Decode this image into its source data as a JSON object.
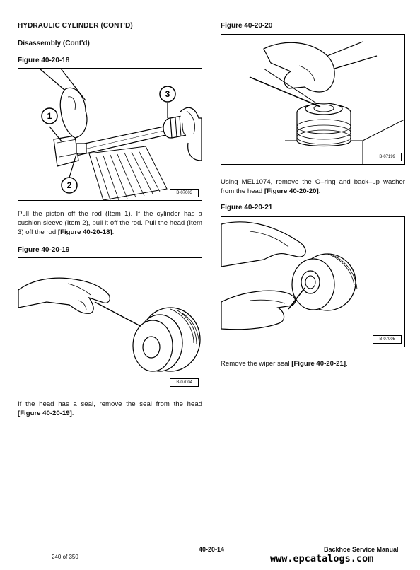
{
  "left": {
    "section_title": "HYDRAULIC CYLINDER (CONT'D)",
    "subsection_title": "Disassembly (Cont'd)",
    "fig18": {
      "label": "Figure 40-20-18",
      "code": "B-07003",
      "callouts": [
        "1",
        "2",
        "3"
      ]
    },
    "para1": {
      "text": "Pull the piston off the rod (Item 1). If the cylinder has a cushion sleeve (Item 2), pull it off the rod. Pull the head (Item 3) off the rod ",
      "ref": "[Figure 40-20-18]",
      "end": "."
    },
    "fig19": {
      "label": "Figure 40-20-19",
      "code": "B-07004"
    },
    "para2": {
      "text": "If the head has a seal, remove the seal from the head ",
      "ref": "[Figure 40-20-19]",
      "end": "."
    }
  },
  "right": {
    "fig20": {
      "label": "Figure 40-20-20",
      "code": "B-07199"
    },
    "para1": {
      "text": "Using MEL1074, remove the O–ring and back–up washer from the head ",
      "ref": "[Figure 40-20-20]",
      "end": "."
    },
    "fig21": {
      "label": "Figure 40-20-21",
      "code": "B-07005"
    },
    "para2": {
      "text": "Remove the wiper seal ",
      "ref": "[Figure 40-20-21]",
      "end": "."
    }
  },
  "footer": {
    "page_counter": "240 of 350",
    "page_number": "40-20-14",
    "manual_title": "Backhoe Service Manual",
    "watermark": "www.epcatalogs.com"
  }
}
